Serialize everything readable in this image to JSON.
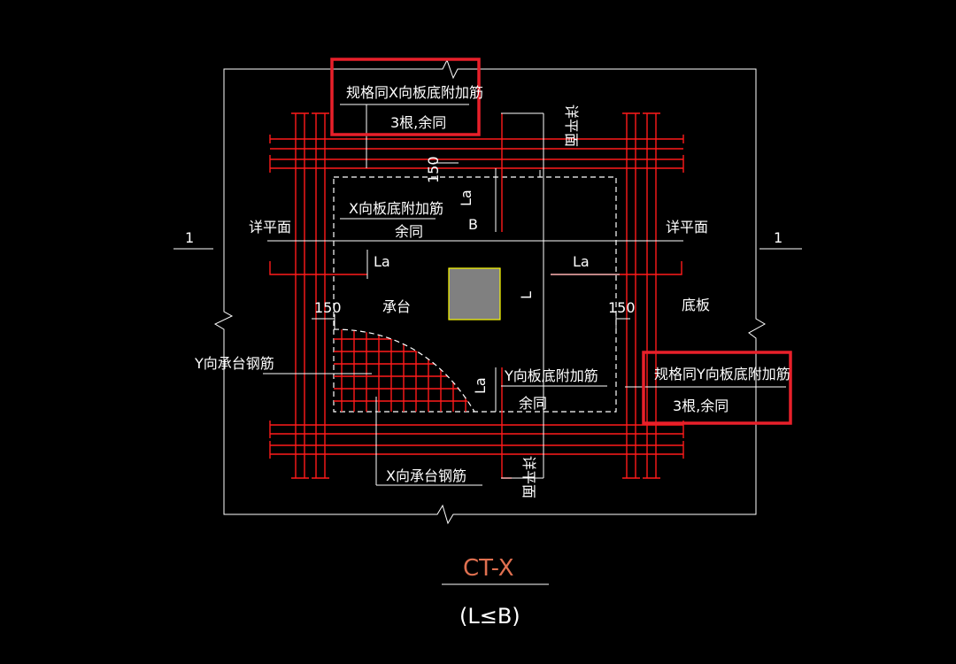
{
  "drawing": {
    "top_note": {
      "line1": "规格同X向板底附加筋",
      "line2": "3根,余同"
    },
    "right_note": {
      "line1": "规格同Y向板底附加筋",
      "line2": "3根,余同"
    },
    "section_mark_left": "1",
    "section_mark_right": "1",
    "detail_plan_left": "详平面",
    "detail_plan_right": "详平面",
    "detail_plan_top": "详平面",
    "detail_plan_bottom": "详平面",
    "x_add_bar": {
      "line1": "X向板底附加筋",
      "line2": "余同"
    },
    "y_add_bar": {
      "line1": "Y向板底附加筋",
      "line2": "余同"
    },
    "la_labels": [
      "La",
      "La",
      "La",
      "La"
    ],
    "dim_150": [
      "150",
      "150",
      "150"
    ],
    "dim_B": "B",
    "dim_L": "L",
    "label_cap": "承台",
    "label_slab": "底板",
    "y_cap_rebar": "Y向承台钢筋",
    "x_cap_rebar": "X向承台钢筋",
    "title": "CT-X",
    "subtitle": "(L≤B)",
    "colors": {
      "background": "#000000",
      "lines": "#ffffff",
      "rebar": "#ff1a1a",
      "highlight_box": "#e8202a",
      "column": "#808080",
      "column_border": "#ffff00",
      "title": "#e07050"
    }
  }
}
